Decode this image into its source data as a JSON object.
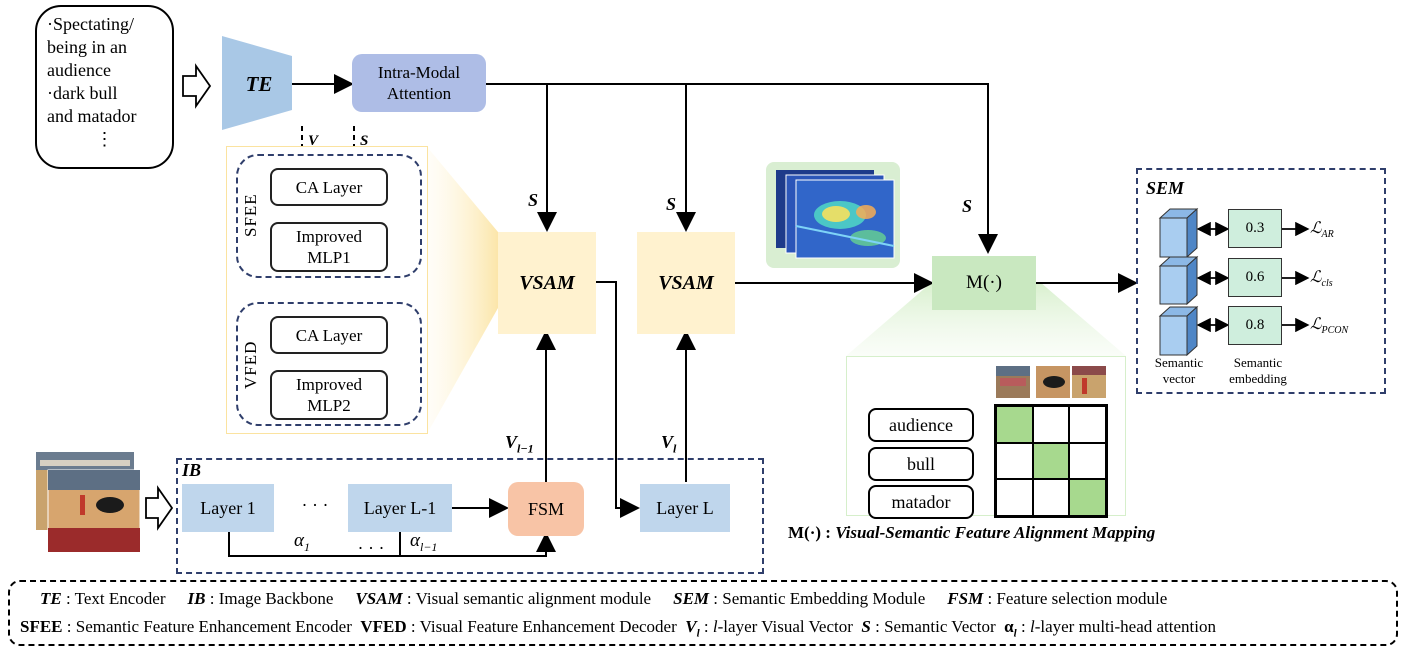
{
  "text_prompt": {
    "line1": "·Spectating/",
    "line2": "being in an",
    "line3": "audience",
    "line4": "·dark bull",
    "line5": "and matador",
    "line6": "⋮"
  },
  "te_label": "TE",
  "intra_modal": {
    "line1": "Intra-Modal",
    "line2": "Attention"
  },
  "arrow_labels": {
    "v": "V",
    "s": "S",
    "s_vsam1": "S",
    "s_vsam2": "S",
    "s_m": "S",
    "v_l_minus_1": "V",
    "v_l_minus_1_sub": "l−1",
    "v_l": "V",
    "v_l_sub": "l"
  },
  "sfee": {
    "label": "SFEE",
    "ca": "CA Layer",
    "mlp_l1": "Improved",
    "mlp_l2": "MLP1"
  },
  "vfed": {
    "label": "VFED",
    "ca": "CA Layer",
    "mlp_l1": "Improved",
    "mlp_l2": "MLP2"
  },
  "vsam_label": "VSAM",
  "m_label": "M(·)",
  "sem": {
    "title": "SEM",
    "values": [
      "0.3",
      "0.6",
      "0.8"
    ],
    "losses": [
      "ℒ",
      "ℒ",
      "ℒ"
    ],
    "loss_subs": [
      "AR",
      "cls",
      "PCON"
    ],
    "semantic_vector_l1": "Semantic",
    "semantic_vector_l2": "vector",
    "semantic_embedding_l1": "Semantic",
    "semantic_embedding_l2": "embedding"
  },
  "alignment": {
    "words": [
      "audience",
      "bull",
      "matador"
    ],
    "matrix": [
      [
        1,
        0,
        0
      ],
      [
        0,
        1,
        0
      ],
      [
        0,
        0,
        1
      ]
    ],
    "caption_prefix": "M(·) : ",
    "caption": "Visual-Semantic Feature Alignment Mapping"
  },
  "ib": {
    "title": "IB",
    "layer1": "Layer 1",
    "dots1": "· · ·",
    "layer_lm1": "Layer L-1",
    "fsm": "FSM",
    "layer_l": "Layer L",
    "alpha1": "α",
    "alpha1_sub": "1",
    "dots2": "· · ·",
    "alpha_l": "α",
    "alpha_l_sub": "l−1"
  },
  "legend": {
    "row1": [
      {
        "key": "TE",
        "desc": " : Text Encoder"
      },
      {
        "key": "IB",
        "desc": " : Image Backbone"
      },
      {
        "key": "VSAM",
        "desc": " : Visual semantic alignment module"
      },
      {
        "key": "SEM",
        "desc": " :  Semantic Embedding Module"
      },
      {
        "key": "FSM",
        "desc": " : Feature selection module"
      }
    ],
    "row2_sfee_key": "SFEE",
    "row2_sfee_desc": " : Semantic Feature Enhancement Encoder",
    "row2_vfed_key": "VFED",
    "row2_vfed_desc": " : Visual Feature Enhancement Decoder",
    "row2_vl_key": "V",
    "row2_vl_sub": "l",
    "row2_vl_desc_pre": " : ",
    "row2_vl_desc_it": "l",
    "row2_vl_desc_post": "-layer Visual Vector",
    "row2_s_key": "S",
    "row2_s_desc": " : Semantic Vector",
    "row2_a_key": "α",
    "row2_a_sub": "l",
    "row2_a_desc_pre": " : ",
    "row2_a_desc_it": "l",
    "row2_a_desc_post": "-layer multi-head attention"
  },
  "colors": {
    "te": "#a9c8e6",
    "intra": "#aebde6",
    "vsam": "#fff2cf",
    "m": "#c9e8c0",
    "sem_block": "#cfeedd",
    "ib_box": "#bfd6ec",
    "fsm": "#f8c4a6",
    "match": "#a7d98e"
  }
}
